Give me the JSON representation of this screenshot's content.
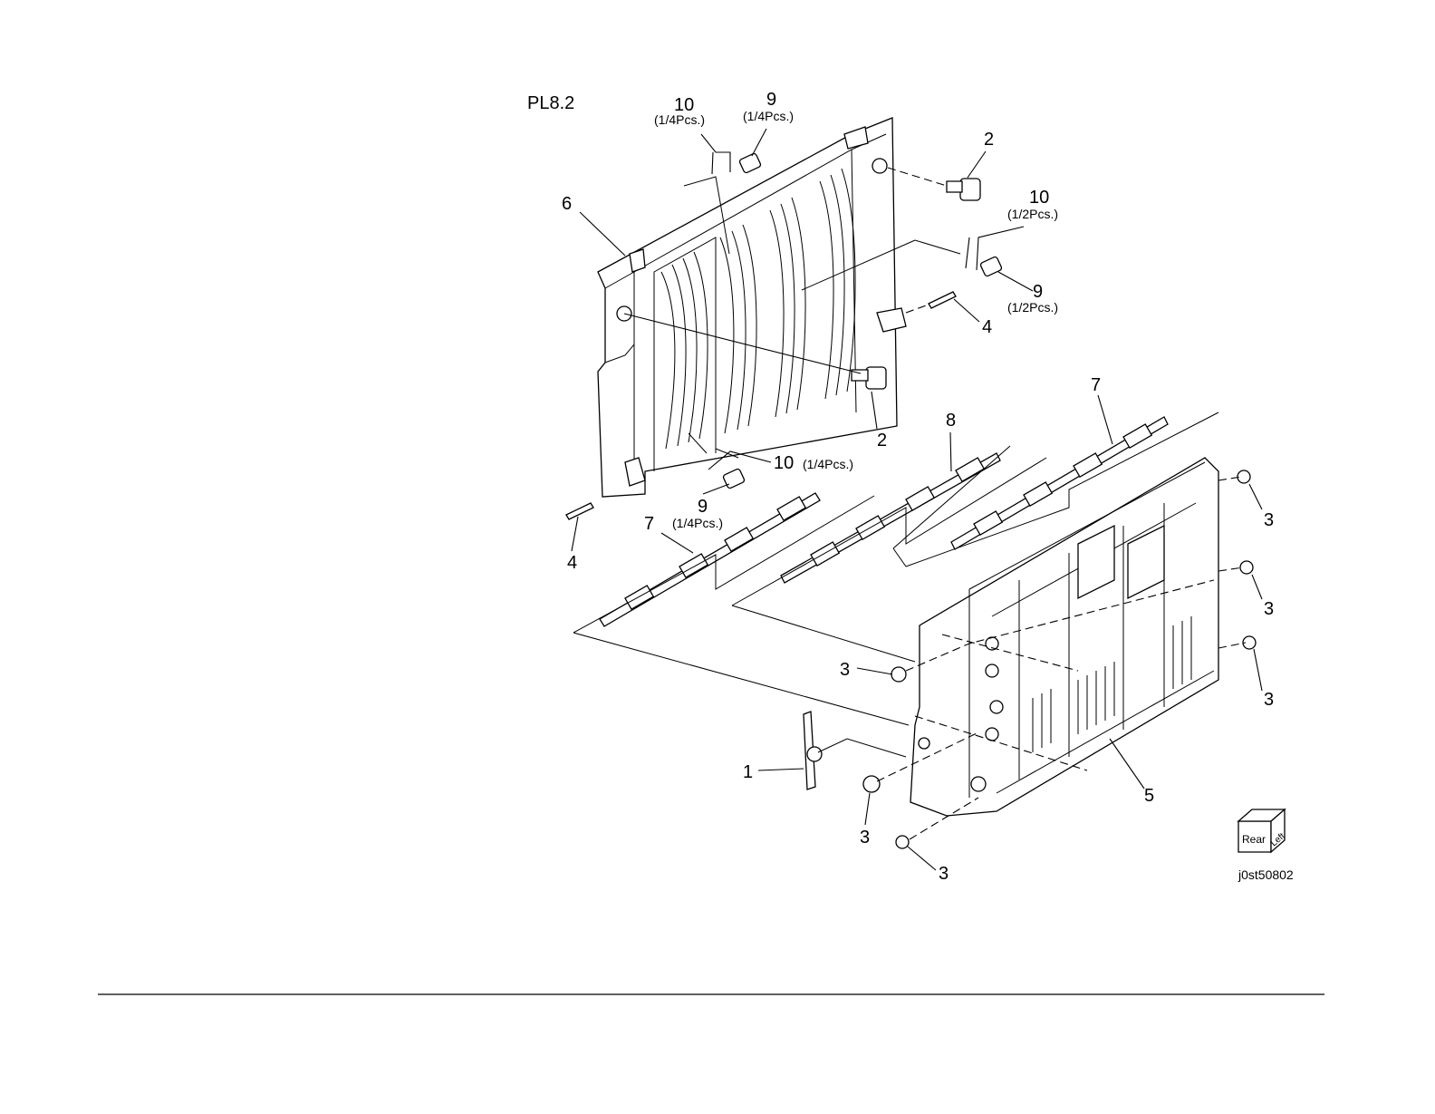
{
  "plate": "PL8.2",
  "drawing_code": "j0st50802",
  "orientation": {
    "rear": "Rear",
    "left": "Left"
  },
  "callouts": [
    {
      "id": "c10a",
      "num": "10",
      "qty": "(1/4Pcs.)"
    },
    {
      "id": "c9a",
      "num": "9",
      "qty": "(1/4Pcs.)"
    },
    {
      "id": "c2a",
      "num": "2",
      "qty": ""
    },
    {
      "id": "c10b",
      "num": "10",
      "qty": "(1/2Pcs.)"
    },
    {
      "id": "c9b",
      "num": "9",
      "qty": "(1/2Pcs.)"
    },
    {
      "id": "c6",
      "num": "6",
      "qty": ""
    },
    {
      "id": "c4a",
      "num": "4",
      "qty": ""
    },
    {
      "id": "c2b",
      "num": "2",
      "qty": ""
    },
    {
      "id": "c10c",
      "num": "10",
      "qty": "(1/4Pcs.)"
    },
    {
      "id": "c9c",
      "num": "9",
      "qty": "(1/4Pcs.)"
    },
    {
      "id": "c4b",
      "num": "4",
      "qty": ""
    },
    {
      "id": "c7a",
      "num": "7",
      "qty": ""
    },
    {
      "id": "c8",
      "num": "8",
      "qty": ""
    },
    {
      "id": "c7b",
      "num": "7",
      "qty": ""
    },
    {
      "id": "c3a",
      "num": "3",
      "qty": ""
    },
    {
      "id": "c3b",
      "num": "3",
      "qty": ""
    },
    {
      "id": "c3c",
      "num": "3",
      "qty": ""
    },
    {
      "id": "c3d",
      "num": "3",
      "qty": ""
    },
    {
      "id": "c3e",
      "num": "3",
      "qty": ""
    },
    {
      "id": "c3f",
      "num": "3",
      "qty": ""
    },
    {
      "id": "c1",
      "num": "1",
      "qty": ""
    },
    {
      "id": "c5",
      "num": "5",
      "qty": ""
    }
  ]
}
